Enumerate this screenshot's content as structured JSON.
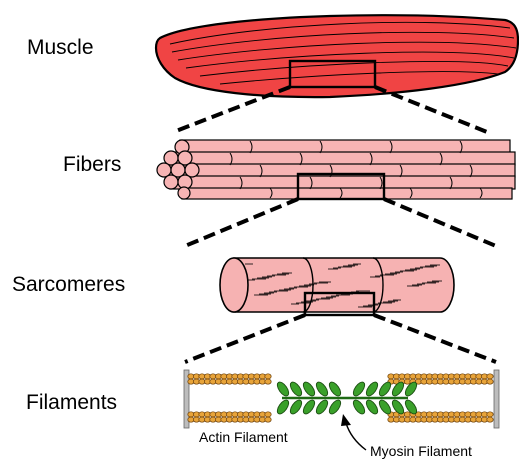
{
  "levels": {
    "muscle": "Muscle",
    "fibers": "Fibers",
    "sarcomeres": "Sarcomeres",
    "filaments": "Filaments"
  },
  "annotations": {
    "actin": "Actin Filament",
    "myosin": "Myosin Filament"
  },
  "colors": {
    "muscle": "#f04444",
    "fiber": "#f7b4b4",
    "sarcomere": "#f6b2b2",
    "actin": "#e8a43a",
    "myosin": "#3aa02a",
    "z_line": "#bdbdbd",
    "outline": "#000000"
  }
}
